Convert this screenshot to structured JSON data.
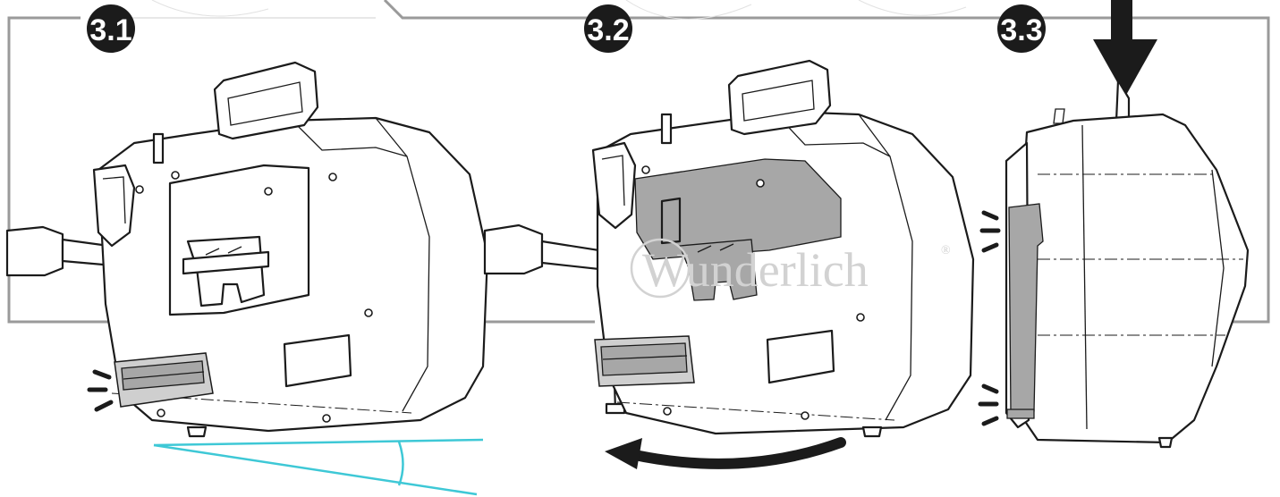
{
  "steps": [
    {
      "id": "3.1",
      "label": "3.1"
    },
    {
      "id": "3.2",
      "label": "3.2"
    },
    {
      "id": "3.3",
      "label": "3.3"
    }
  ],
  "watermark": {
    "text": "Wunderlich",
    "mark": "®"
  },
  "colors": {
    "badge": "#1b1b1b",
    "outline": "#1b1b1b",
    "frame": "#9a9a9a",
    "angle_lines": "#3ec8d6",
    "highlight": "#a7a7a7",
    "watermark": "#d2d2d2"
  },
  "icons": {
    "rotation": "curved-arrow-left-icon",
    "press": "down-arrow-icon",
    "motion": "motion-lines-icon"
  }
}
